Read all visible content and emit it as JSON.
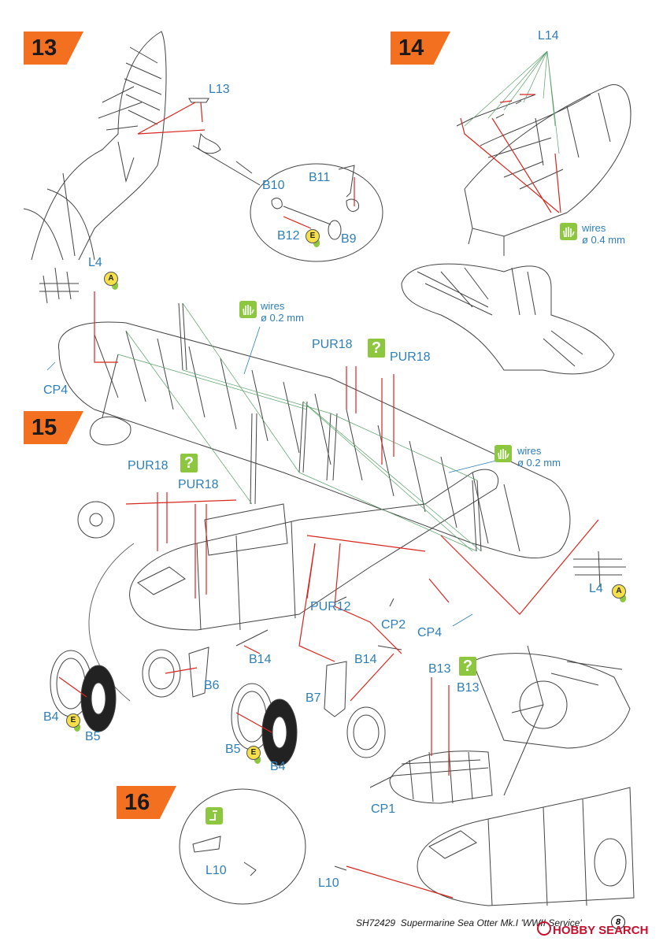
{
  "steps": [
    {
      "number": "13"
    },
    {
      "number": "14"
    },
    {
      "number": "15"
    },
    {
      "number": "16"
    }
  ],
  "parts": {
    "l13": "L13",
    "b10": "B10",
    "b11": "B11",
    "b12": "B12",
    "b9": "B9",
    "l14": "L14",
    "wires_label": "wires",
    "wires_04": "ø 0.4 mm",
    "wires_02": "ø 0.2 mm",
    "l4": "L4",
    "cp4": "CP4",
    "pur18": "PUR18",
    "pur12": "PUR12",
    "cp2": "CP2",
    "b14": "B14",
    "b6": "B6",
    "b7": "B7",
    "b13": "B13",
    "b4": "B4",
    "b5": "B5",
    "cp1": "CP1",
    "l10": "L10"
  },
  "badges": {
    "a": "A",
    "e": "E",
    "question": "?"
  },
  "footer": {
    "code": "SH72429",
    "title": "Supermarine Sea Otter Mk.I 'WWII Service'",
    "page": "8"
  },
  "watermark": {
    "brand": "HOBBY SEARCH"
  },
  "colors": {
    "step_orange": "#f37021",
    "label_blue": "#2e7fb8",
    "arrow_red": "#d7261e",
    "wire_green": "#5aa06a",
    "icon_green": "#8dc63f",
    "decal_yellow": "#f5e04a"
  }
}
